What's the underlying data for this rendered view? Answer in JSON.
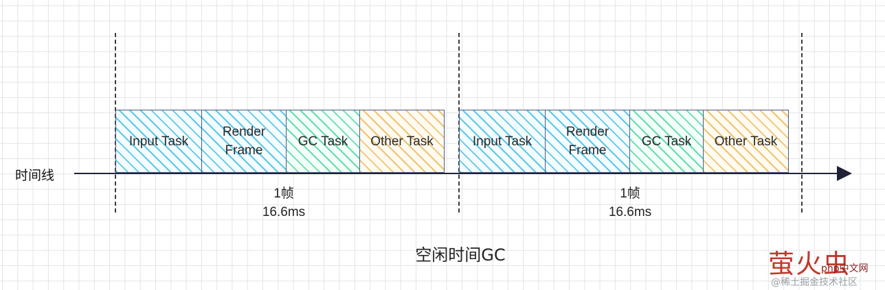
{
  "axis": {
    "label": "时间线"
  },
  "frames": [
    {
      "tasks": [
        {
          "label": "Input Task",
          "kind": "blue"
        },
        {
          "label": "Render\nFrame",
          "kind": "blue"
        },
        {
          "label": "GC Task",
          "kind": "green"
        },
        {
          "label": "Other Task",
          "kind": "orange"
        }
      ],
      "frame_label": "1帧",
      "duration": "16.6ms"
    },
    {
      "tasks": [
        {
          "label": "Input Task",
          "kind": "blue"
        },
        {
          "label": "Render\nFrame",
          "kind": "blue"
        },
        {
          "label": "GC Task",
          "kind": "green"
        },
        {
          "label": "Other Task",
          "kind": "orange"
        }
      ],
      "frame_label": "1帧",
      "duration": "16.6ms"
    }
  ],
  "caption": "空闲时间GC",
  "watermark": {
    "brand": "萤火虫",
    "php": "php中文网",
    "source": "@稀土掘金技术社区"
  },
  "colors": {
    "hatch_blue": "#5ac8ea",
    "hatch_green": "#64dcb2",
    "hatch_orange": "#f0c272",
    "border": "#4a5a86",
    "axis": "#1f2235"
  }
}
